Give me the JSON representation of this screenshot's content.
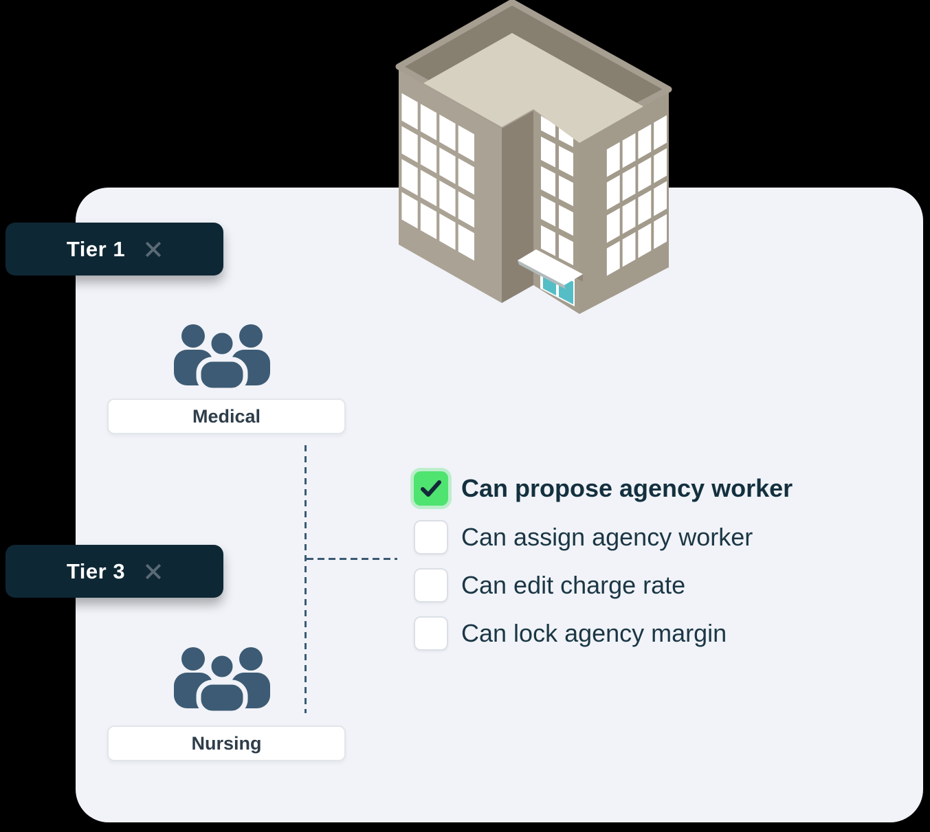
{
  "canvas": {
    "page_bg": "#000000",
    "card_bg": "#f1f3f8"
  },
  "tags": [
    {
      "label": "Tier 1",
      "close_icon": "x-icon"
    },
    {
      "label": "Tier 3",
      "close_icon": "x-icon"
    }
  ],
  "groups": [
    {
      "label": "Medical",
      "icon": "team-icon"
    },
    {
      "label": "Nursing",
      "icon": "team-icon"
    }
  ],
  "permissions": {
    "items": [
      {
        "label": "Can propose agency worker",
        "checked": true
      },
      {
        "label": "Can assign agency worker",
        "checked": false
      },
      {
        "label": "Can edit charge rate",
        "checked": false
      },
      {
        "label": "Can lock agency margin",
        "checked": false
      }
    ]
  },
  "illustration": {
    "name": "office-building",
    "door_color": "#54bdc5",
    "roof_color": "#d7d1c2",
    "wall_color": "#aaa294"
  },
  "colors": {
    "tag_bg": "#0e2734",
    "tag_text": "#ffffff",
    "close_icon": "#5a6a75",
    "team_icon": "#3d5b74",
    "checked_green": "#4fe370",
    "checkmark": "#14293a",
    "checkbox_border": "#dbdfe6",
    "checklist_text": "#1b3644",
    "group_label_text": "#2e3d49",
    "connector": "#3b5a74"
  }
}
